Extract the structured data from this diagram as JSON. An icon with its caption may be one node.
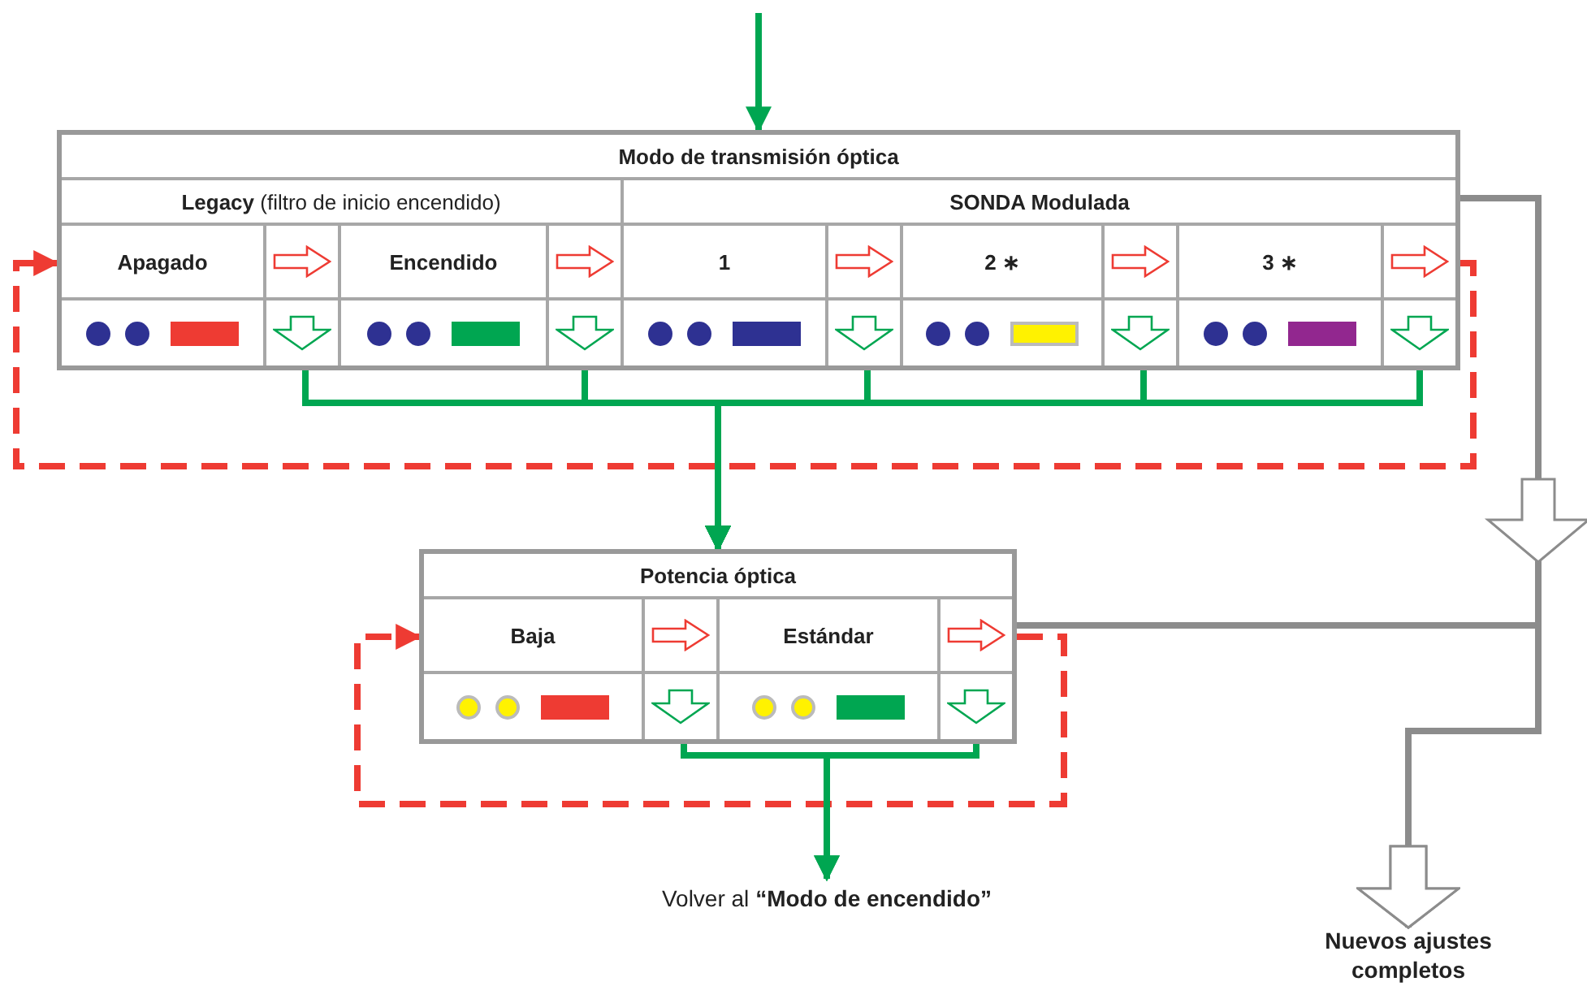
{
  "diagram": {
    "nodes": [
      {
        "text": [
          "Modo de transmisión óptica"
        ]
      },
      {
        "text": [
          "**Legacy** (filtro de inicio encendido)"
        ],
        "in": 0
      },
      {
        "text": [
          "SONDA Modulada"
        ],
        "in": 0
      },
      {
        "text": [
          "Apagado"
        ],
        "in": 1
      },
      {
        "text": [
          "Encendido"
        ],
        "in": 1
      },
      {
        "text": [
          "1"
        ],
        "in": 2
      },
      {
        "text": [
          "2 ∗"
        ],
        "in": 2
      },
      {
        "text": [
          "3 ∗"
        ],
        "in": 2
      },
      {
        "text": [
          "Potencia óptica"
        ]
      },
      {
        "text": [
          "Baja"
        ],
        "in": 8
      },
      {
        "text": [
          "Estándar"
        ],
        "in": 8
      },
      {
        "text": [
          "Volver al **“Modo de encendido”**"
        ]
      },
      {
        "text": [
          "Nuevos ajustes completos"
        ]
      }
    ],
    "edges": [
      {
        "from": null,
        "to": 0,
        "arrow": "to"
      },
      {
        "from": 3,
        "to": 8,
        "arrow": "to"
      },
      {
        "from": 4,
        "to": 8,
        "arrow": "to"
      },
      {
        "from": 5,
        "to": 8,
        "arrow": "to"
      },
      {
        "from": 6,
        "to": 8,
        "arrow": "to"
      },
      {
        "from": 7,
        "to": 8,
        "arrow": "to"
      },
      {
        "from": 7,
        "to": 3,
        "arrow": "to",
        "style": "dashed",
        "color": "#ee3b33"
      },
      {
        "from": 0,
        "to": 12,
        "arrow": "to",
        "color": "#8c8c8c"
      },
      {
        "from": 8,
        "to": 12,
        "arrow": "to",
        "color": "#8c8c8c"
      },
      {
        "from": 10,
        "to": 9,
        "arrow": "to",
        "style": "dashed",
        "color": "#ee3b33"
      },
      {
        "from": 9,
        "to": 11,
        "arrow": "to"
      },
      {
        "from": 10,
        "to": 11,
        "arrow": "to"
      }
    ]
  }
}
